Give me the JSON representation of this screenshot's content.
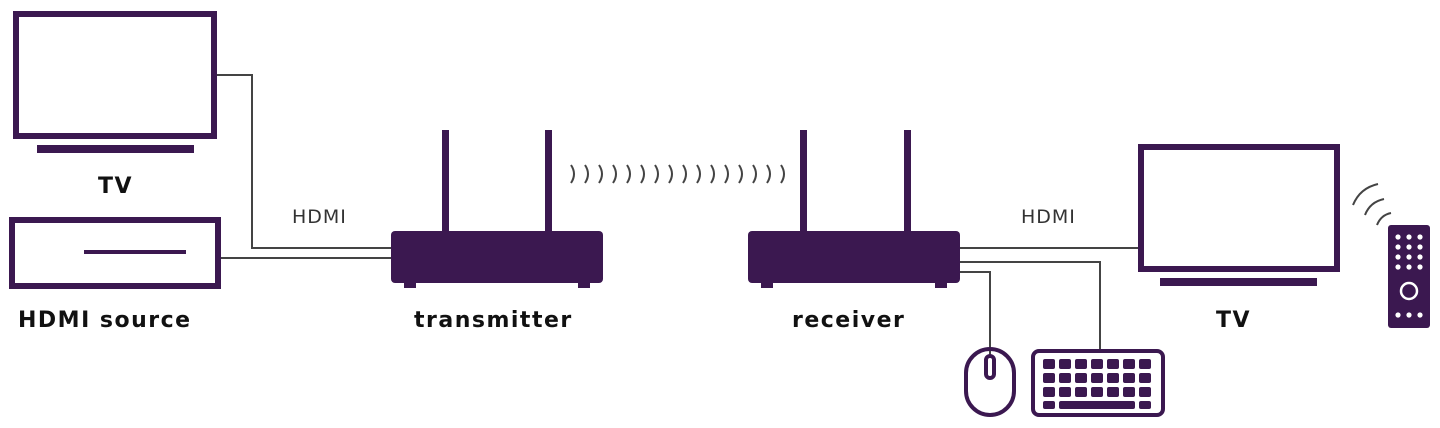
{
  "labels": {
    "tv_left": "TV",
    "hdmi_source": "HDMI source",
    "transmitter": "transmitter",
    "receiver": "receiver",
    "tv_right": "TV",
    "hdmi_left": "HDMI",
    "hdmi_right": "HDMI"
  },
  "colors": {
    "device": "#3b1850",
    "wire": "#444444",
    "text": "#111111"
  },
  "icons": [
    "tv-icon",
    "hdmi-source-box-icon",
    "transmitter-icon",
    "receiver-icon",
    "wireless-signal-icon",
    "mouse-icon",
    "keyboard-icon",
    "remote-control-icon"
  ]
}
